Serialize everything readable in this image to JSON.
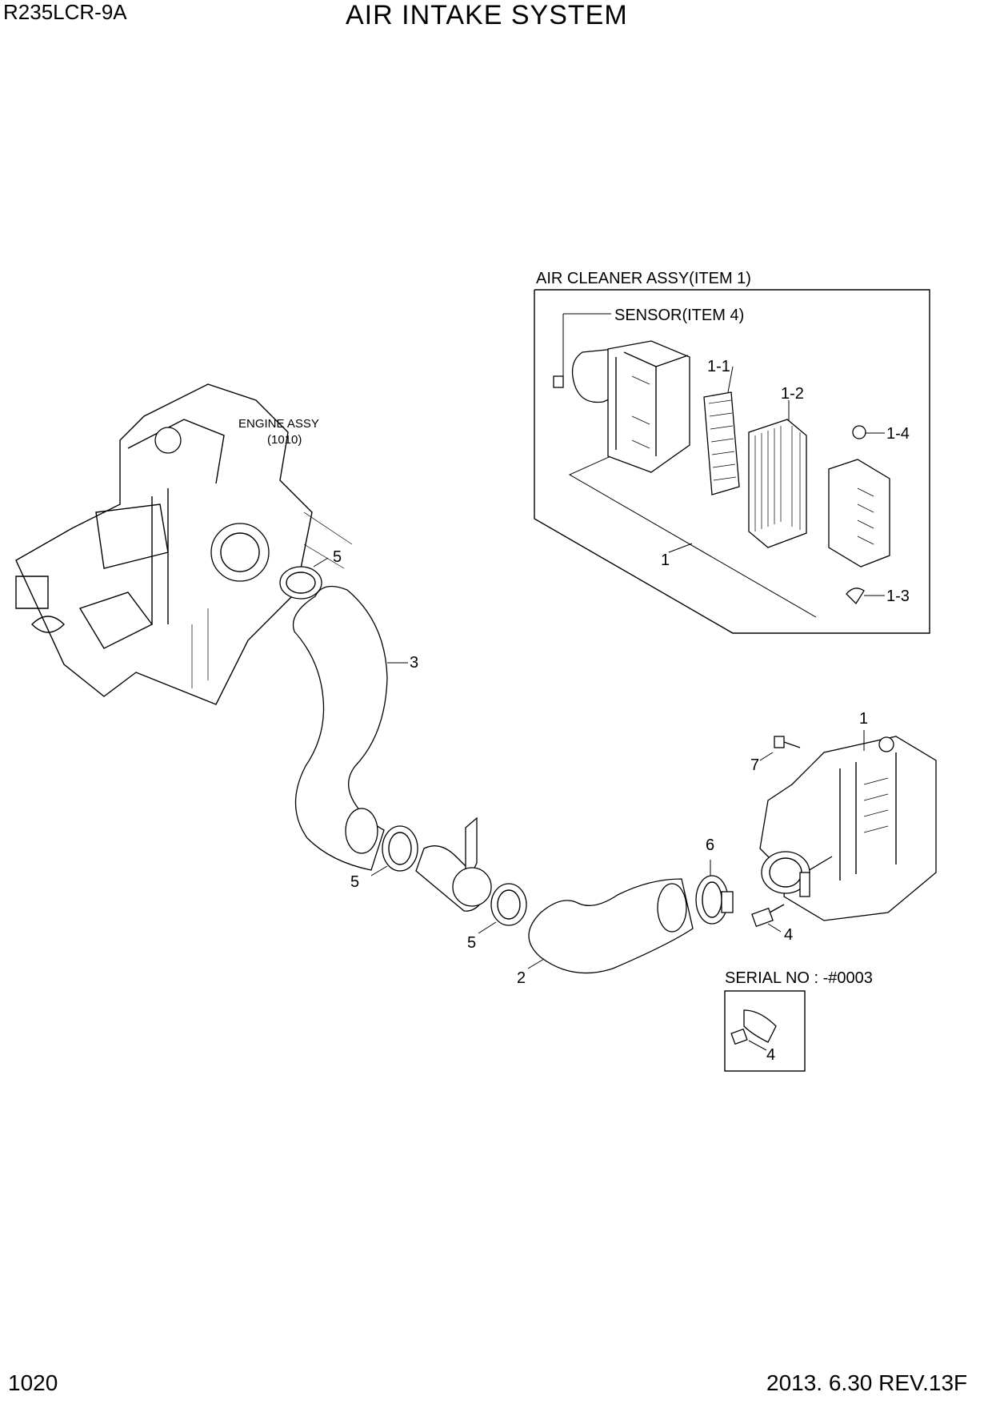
{
  "header": {
    "model": "R235LCR-9A",
    "title": "AIR INTAKE SYSTEM"
  },
  "footer": {
    "page_number": "1020",
    "revision": "2013. 6.30  REV.13F"
  },
  "engine_assy": {
    "name": "ENGINE ASSY",
    "ref": "(1010)"
  },
  "air_cleaner_box": {
    "title": "AIR CLEANER ASSY(ITEM 1)",
    "sensor_label": "SENSOR(ITEM 4)",
    "callouts": [
      "1-1",
      "1-2",
      "1-4",
      "1",
      "1-3"
    ]
  },
  "main_callouts": {
    "clamp_top": "5",
    "hose_upper": "3",
    "air_cleaner": "1",
    "bolt": "7",
    "clamp_big": "6",
    "clamp_left": "5",
    "clamp_mid": "5",
    "sensor": "4",
    "hose_lower": "2"
  },
  "serial_box": {
    "title": "SERIAL NO : -#0003",
    "callout": "4"
  },
  "icons": [
    "engine-drawing",
    "air-cleaner-drawing",
    "hose-drawing",
    "clamp-drawing",
    "sensor-drawing"
  ]
}
